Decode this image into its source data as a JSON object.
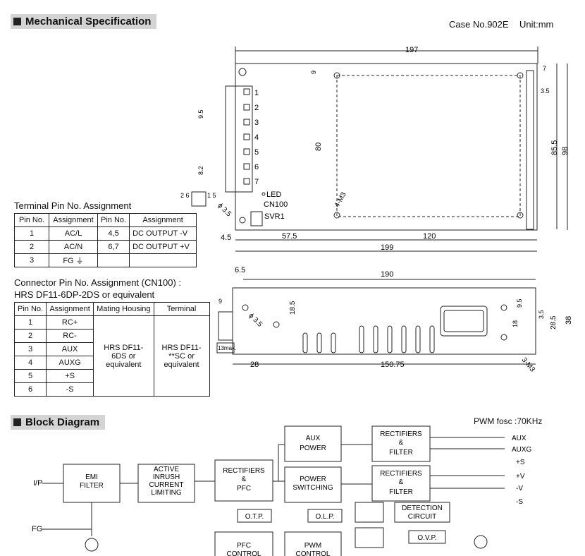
{
  "mech": {
    "title": "Mechanical Specification",
    "case": "Case No.902E",
    "unit": "Unit:mm"
  },
  "terminal": {
    "title": "Terminal Pin No.  Assignment",
    "headers": [
      "Pin No.",
      "Assignment",
      "Pin No.",
      "Assignment"
    ],
    "rows": [
      [
        "1",
        "AC/L",
        "4,5",
        "DC OUTPUT -V"
      ],
      [
        "2",
        "AC/N",
        "6,7",
        "DC OUTPUT +V"
      ],
      [
        "3",
        "FG ⏚",
        "",
        ""
      ]
    ]
  },
  "connector": {
    "title1": "Connector Pin No. Assignment (CN100) :",
    "title2": "HRS DF11-6DP-2DS or equivalent",
    "headers": [
      "Pin No.",
      "Assignment",
      "Mating Housing",
      "Terminal"
    ],
    "pins": [
      "1",
      "2",
      "3",
      "4",
      "5",
      "6"
    ],
    "assign": [
      "RC+",
      "RC-",
      "AUX",
      "AUXG",
      "+S",
      "-S"
    ],
    "housing": "HRS DF11-6DS or equivalent",
    "terminal": "HRS DF11-**SC or equivalent"
  },
  "top_view": {
    "dims": {
      "w197": "197",
      "d9": "9",
      "d7": "7",
      "d3_5": "3.5",
      "d85_5": "85.5",
      "d98": "98",
      "d9_5": "9.5",
      "d8_2": "8.2",
      "d80": "80",
      "m3": "4-M3",
      "phi": "ϕ 3.5",
      "d4_5": "4.5",
      "d57_5": "57.5",
      "d120": "120",
      "d199": "199"
    },
    "pins": [
      "1",
      "2",
      "3",
      "4",
      "5",
      "6",
      "7"
    ],
    "led": "LED",
    "cn100": "CN100",
    "svr1": "SVR1",
    "conn_pins_top": "1  5",
    "conn_pins_bot": "2  6"
  },
  "side_view": {
    "dims": {
      "d6_5": "6.5",
      "d190": "190",
      "d9": "9",
      "phi": "ϕ 3.5",
      "d18_5": "18.5",
      "d9_5": "9.5",
      "d18": "18",
      "d3_5": "3.5",
      "d28_5": "28.5",
      "d38": "38",
      "d13max": "13max.",
      "d28": "28",
      "d150_75": "150.75",
      "m3": "3-M3"
    }
  },
  "block": {
    "title": "Block Diagram",
    "pwm": "PWM   fosc :70KHz",
    "ip": "I/P",
    "fg": "FG",
    "emi": [
      "EMI",
      "FILTER"
    ],
    "inrush": [
      "ACTIVE",
      "INRUSH",
      "CURRENT",
      "LIMITING"
    ],
    "rect_pfc": [
      "RECTIFIERS",
      "&",
      "PFC"
    ],
    "aux_power": [
      "AUX",
      "POWER"
    ],
    "power_sw": [
      "POWER",
      "SWITCHING"
    ],
    "rect_f1": [
      "RECTIFIERS",
      "&",
      "FILTER"
    ],
    "rect_f2": [
      "RECTIFIERS",
      "&",
      "FILTER"
    ],
    "otp": "O.T.P.",
    "olp": "O.L.P.",
    "pfc_ctrl": [
      "PFC",
      "CONTROL"
    ],
    "pwm_ctrl": [
      "PWM",
      "CONTROL"
    ],
    "detect": [
      "DETECTION",
      "CIRCUIT"
    ],
    "ovp": "O.V.P.",
    "outputs": [
      "AUX",
      "AUXG",
      "+S",
      "+V",
      "-V",
      "-S"
    ]
  }
}
